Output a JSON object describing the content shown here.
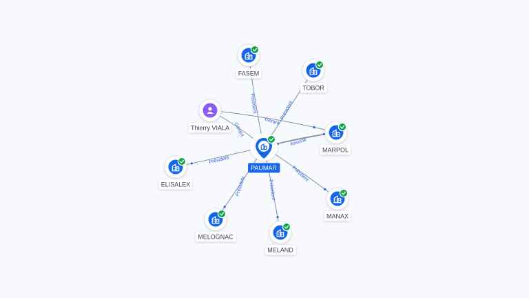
{
  "graph": {
    "center": {
      "label": "PAUMAR",
      "type": "company",
      "verified": true
    },
    "nodes": [
      {
        "id": "fasem",
        "label": "FASEM",
        "type": "company",
        "verified": true
      },
      {
        "id": "tobor",
        "label": "TOBOR",
        "type": "company",
        "verified": true
      },
      {
        "id": "thierry",
        "label": "Thierry VIALA",
        "type": "person",
        "verified": false
      },
      {
        "id": "marpol",
        "label": "MARPOL",
        "type": "company",
        "verified": true
      },
      {
        "id": "elisalex",
        "label": "ELISALEX",
        "type": "company",
        "verified": true
      },
      {
        "id": "manax",
        "label": "MANAX",
        "type": "company",
        "verified": true
      },
      {
        "id": "melognac",
        "label": "MELOGNAC",
        "type": "company",
        "verified": true
      },
      {
        "id": "meland",
        "label": "MELAND",
        "type": "company",
        "verified": true
      }
    ],
    "edges": [
      {
        "from": "center",
        "to": "fasem",
        "label": "Président"
      },
      {
        "from": "center",
        "to": "tobor",
        "label": "Président"
      },
      {
        "from": "thierry",
        "to": "center",
        "label": "Gérant"
      },
      {
        "from": "thierry",
        "to": "marpol",
        "label": "Gérant"
      },
      {
        "from": "marpol",
        "to": "center",
        "label": "Associé"
      },
      {
        "from": "center",
        "to": "marpol",
        "label": "Associé"
      },
      {
        "from": "center",
        "to": "elisalex",
        "label": "Président"
      },
      {
        "from": "center",
        "to": "manax",
        "label": "Président"
      },
      {
        "from": "center",
        "to": "melognac",
        "label": "Président"
      },
      {
        "from": "center",
        "to": "meland",
        "label": "Président"
      }
    ]
  },
  "icons": {
    "company": "building-icon",
    "person": "person-icon",
    "verified": "check-badge-icon"
  },
  "colors": {
    "company_icon": "#1565e8",
    "person_icon": "#8b5cf6",
    "verified_badge": "#10a34a",
    "edge_label": "#2d63d8",
    "edge_line": "#7f8fa6",
    "center_label_bg": "#1565e8",
    "background": "#f7f9fc"
  }
}
